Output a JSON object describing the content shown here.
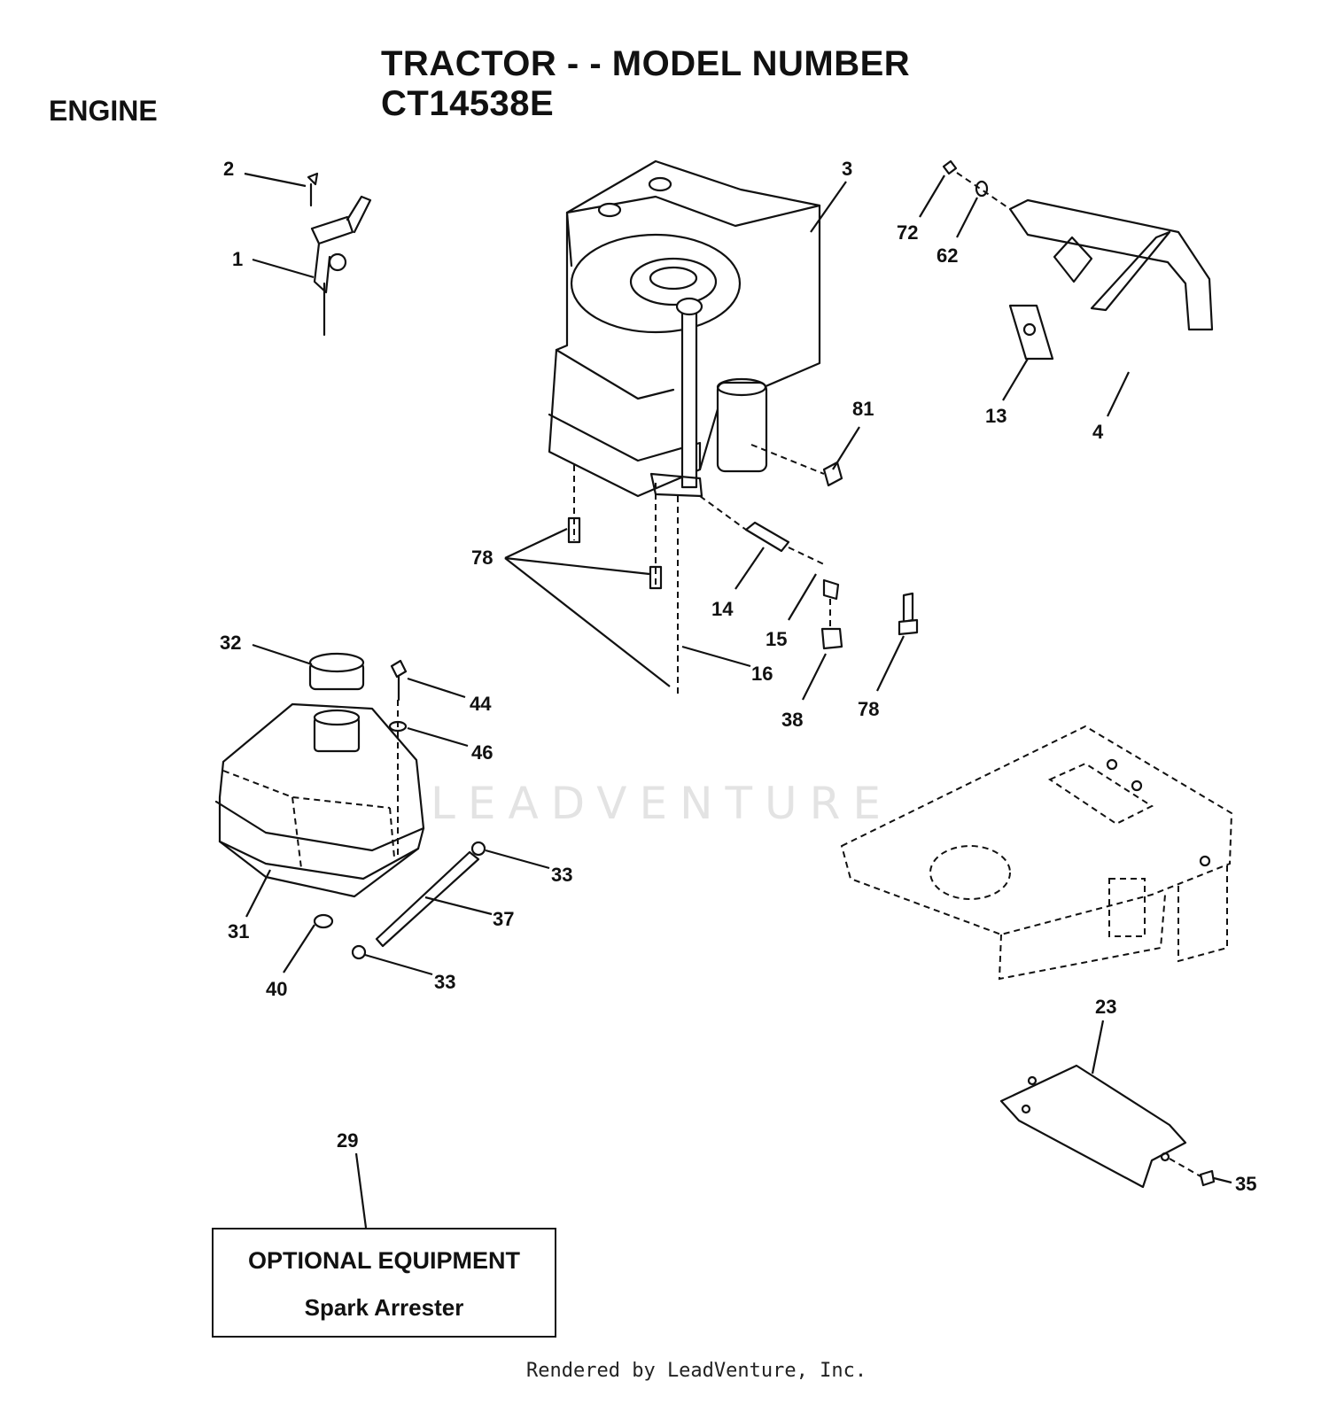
{
  "header": {
    "title": "TRACTOR - - MODEL NUMBER CT14538E",
    "section": "ENGINE"
  },
  "callouts": [
    "2",
    "1",
    "3",
    "72",
    "62",
    "13",
    "4",
    "81",
    "78",
    "14",
    "15",
    "16",
    "38",
    "78",
    "32",
    "44",
    "46",
    "33",
    "37",
    "33",
    "31",
    "40",
    "29",
    "23",
    "35"
  ],
  "optional_equipment": {
    "title": "OPTIONAL EQUIPMENT",
    "item": "Spark Arrester"
  },
  "watermark": "LEADVENTURE",
  "footer": "Rendered by LeadVenture, Inc."
}
